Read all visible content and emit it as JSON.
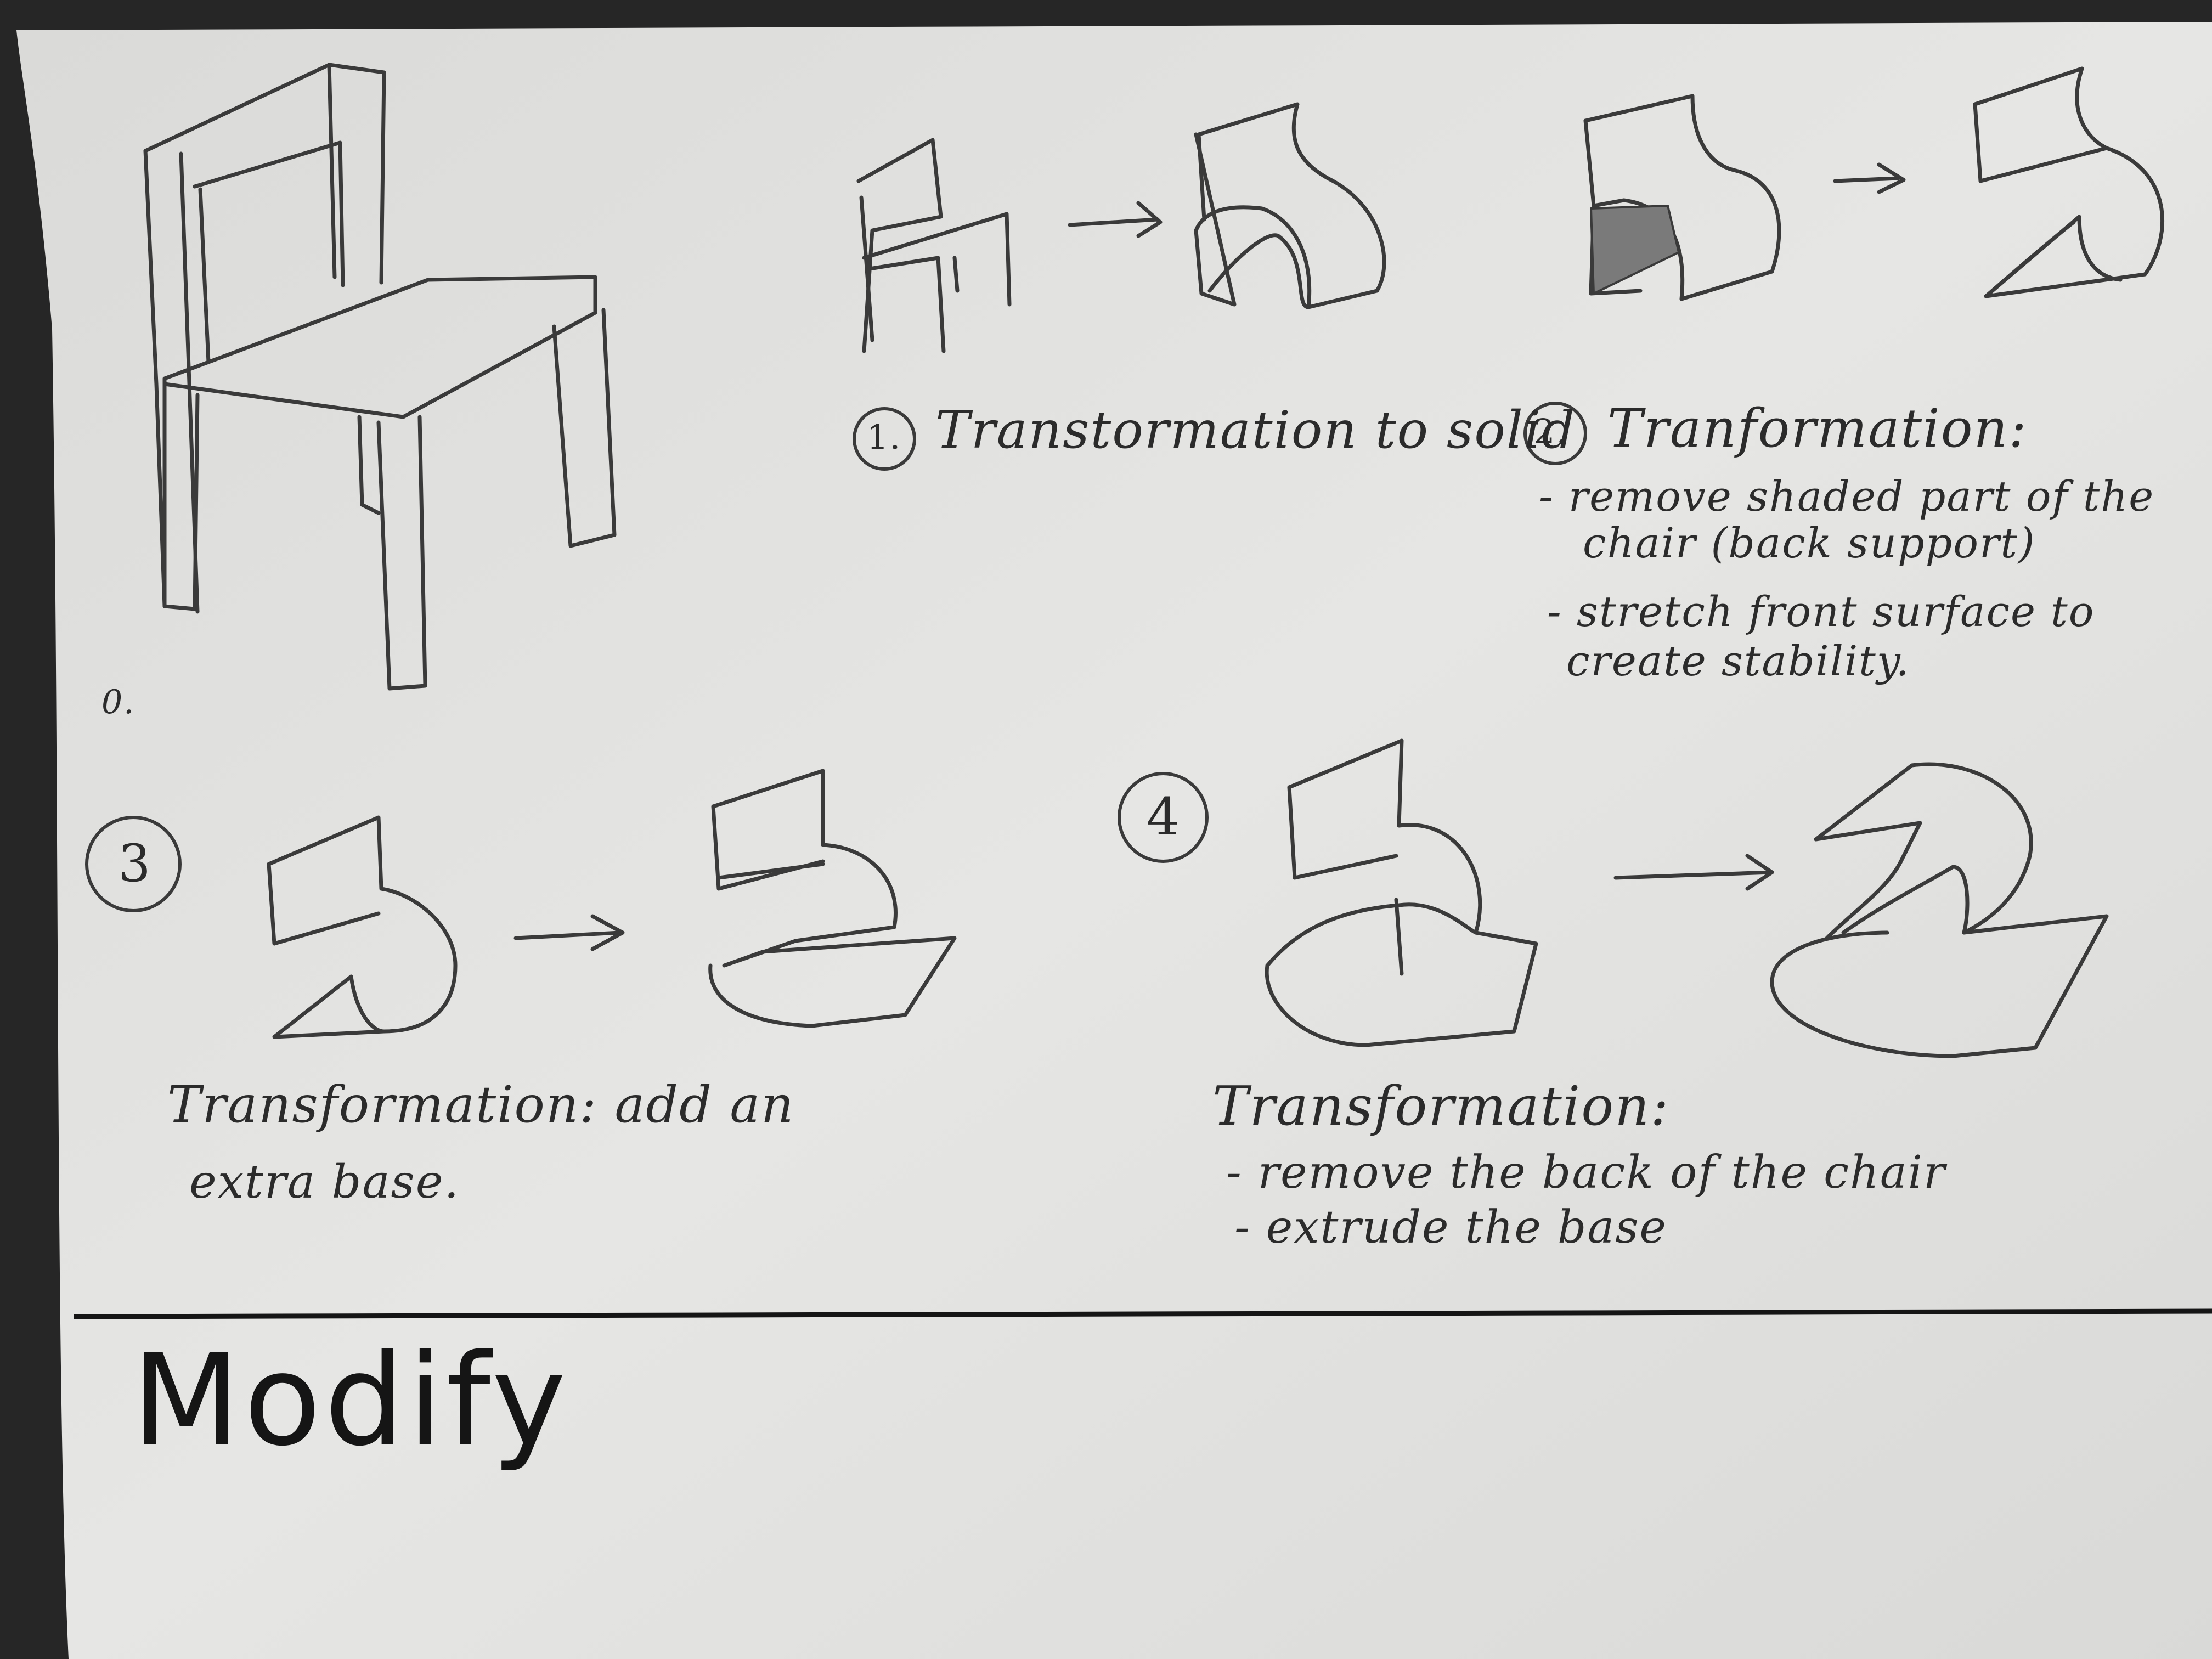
{
  "sketches": [
    {
      "id": "step-0",
      "label": "0."
    },
    {
      "id": "step-1",
      "number": "1.",
      "caption": "Transtormation to solid"
    },
    {
      "id": "step-2",
      "number": "2.",
      "caption": "Tranformation:",
      "notes": [
        "- remove shaded part of the",
        "chair (back support)",
        "- stretch front surface to",
        "create stability."
      ]
    },
    {
      "id": "step-3",
      "number": "3",
      "caption": [
        "Transformation: add an",
        "extra base."
      ]
    },
    {
      "id": "step-4",
      "number": "4",
      "caption": "Transformation:",
      "notes": [
        "- remove the back of the chair",
        "- extrude the base"
      ]
    }
  ],
  "section_heading": "Modify",
  "colors": {
    "paper": "#e2e2e0",
    "pencil": "#3a3a3a",
    "ink": "#151515",
    "background": "#262626"
  }
}
